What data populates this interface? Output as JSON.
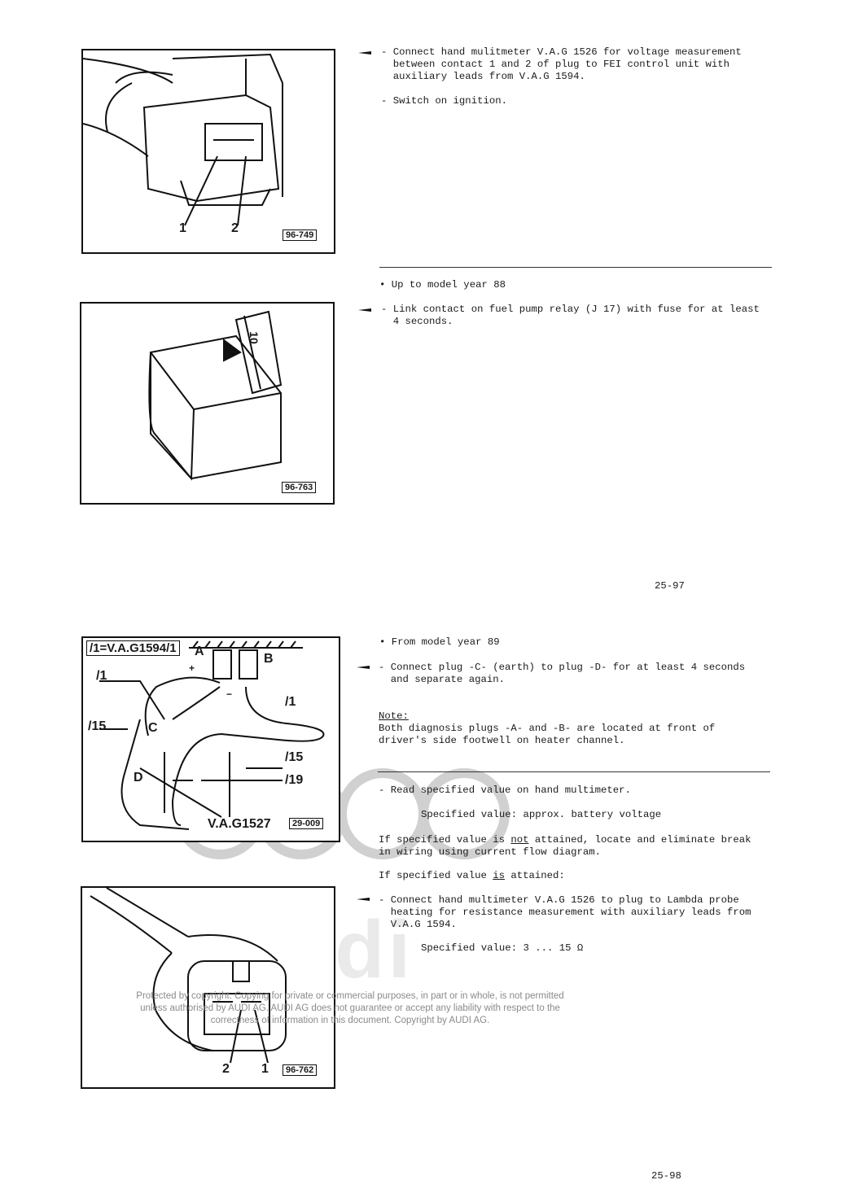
{
  "page1": {
    "step1": [
      "- Connect hand mulitmeter V.A.G 1526 for voltage measurement",
      "  between contact 1 and 2 of plug to FEI control unit with",
      "  auxiliary leads from V.A.G 1594."
    ],
    "step2": "- Switch on ignition.",
    "bullet": "• Up to model year 88",
    "step3": [
      "- Link contact on fuel pump relay (J 17) with fuse for at least",
      "  4 seconds."
    ],
    "page_number": "25-97",
    "fig1": {
      "id": "96-749",
      "labels": [
        "1",
        "2"
      ]
    },
    "fig2": {
      "id": "96-763",
      "fuse": "10"
    }
  },
  "page2": {
    "bullet": "• From model year 89",
    "step1": [
      "- Connect plug -C- (earth) to plug -D- for at least 4 seconds",
      "  and separate again."
    ],
    "note_title": "Note:",
    "note": [
      "Both diagnosis plugs -A- and -B- are located at front of",
      "driver's side footwell on heater channel."
    ],
    "step2": "- Read specified value on hand multimeter.",
    "spec1": "Specified value: approx. battery voltage",
    "if_not_a": "If specified value is ",
    "if_not_u": "not",
    "if_not_b": " attained, locate and eliminate break",
    "if_not_2": "in wiring using current flow diagram.",
    "if_is_a": "If specified value ",
    "if_is_u": "is",
    "if_is_b": " attained:",
    "step3": [
      "- Connect hand multimeter V.A.G 1526 to plug to Lambda probe",
      "  heating for resistance measurement with auxiliary leads from",
      "  V.A.G 1594."
    ],
    "spec2": "Specified value: 3 ... 15 Ω",
    "page_number": "25-98",
    "fig3": {
      "id": "29-009",
      "title": "/1=V.A.G1594/1",
      "labels": {
        "A": "A",
        "B": "B",
        "c": "C",
        "d": "D",
        "l1a": "/1",
        "l1b": "/1",
        "l15a": "/15",
        "l15b": "/15",
        "l19": "/19",
        "vag": "V.A.G1527",
        "plus": "+",
        "minus": "−"
      }
    },
    "fig4": {
      "id": "96-762",
      "labels": [
        "2",
        "1"
      ]
    }
  },
  "watermark": "Protected by copyright. Copying for private or commercial purposes, in part or in whole, is not permitted unless authorised by AUDI AG. AUDI AG does not guarantee or accept any liability with respect to the correctness of information in this document. Copyright by AUDI AG.",
  "watermark_logo": "Audi"
}
